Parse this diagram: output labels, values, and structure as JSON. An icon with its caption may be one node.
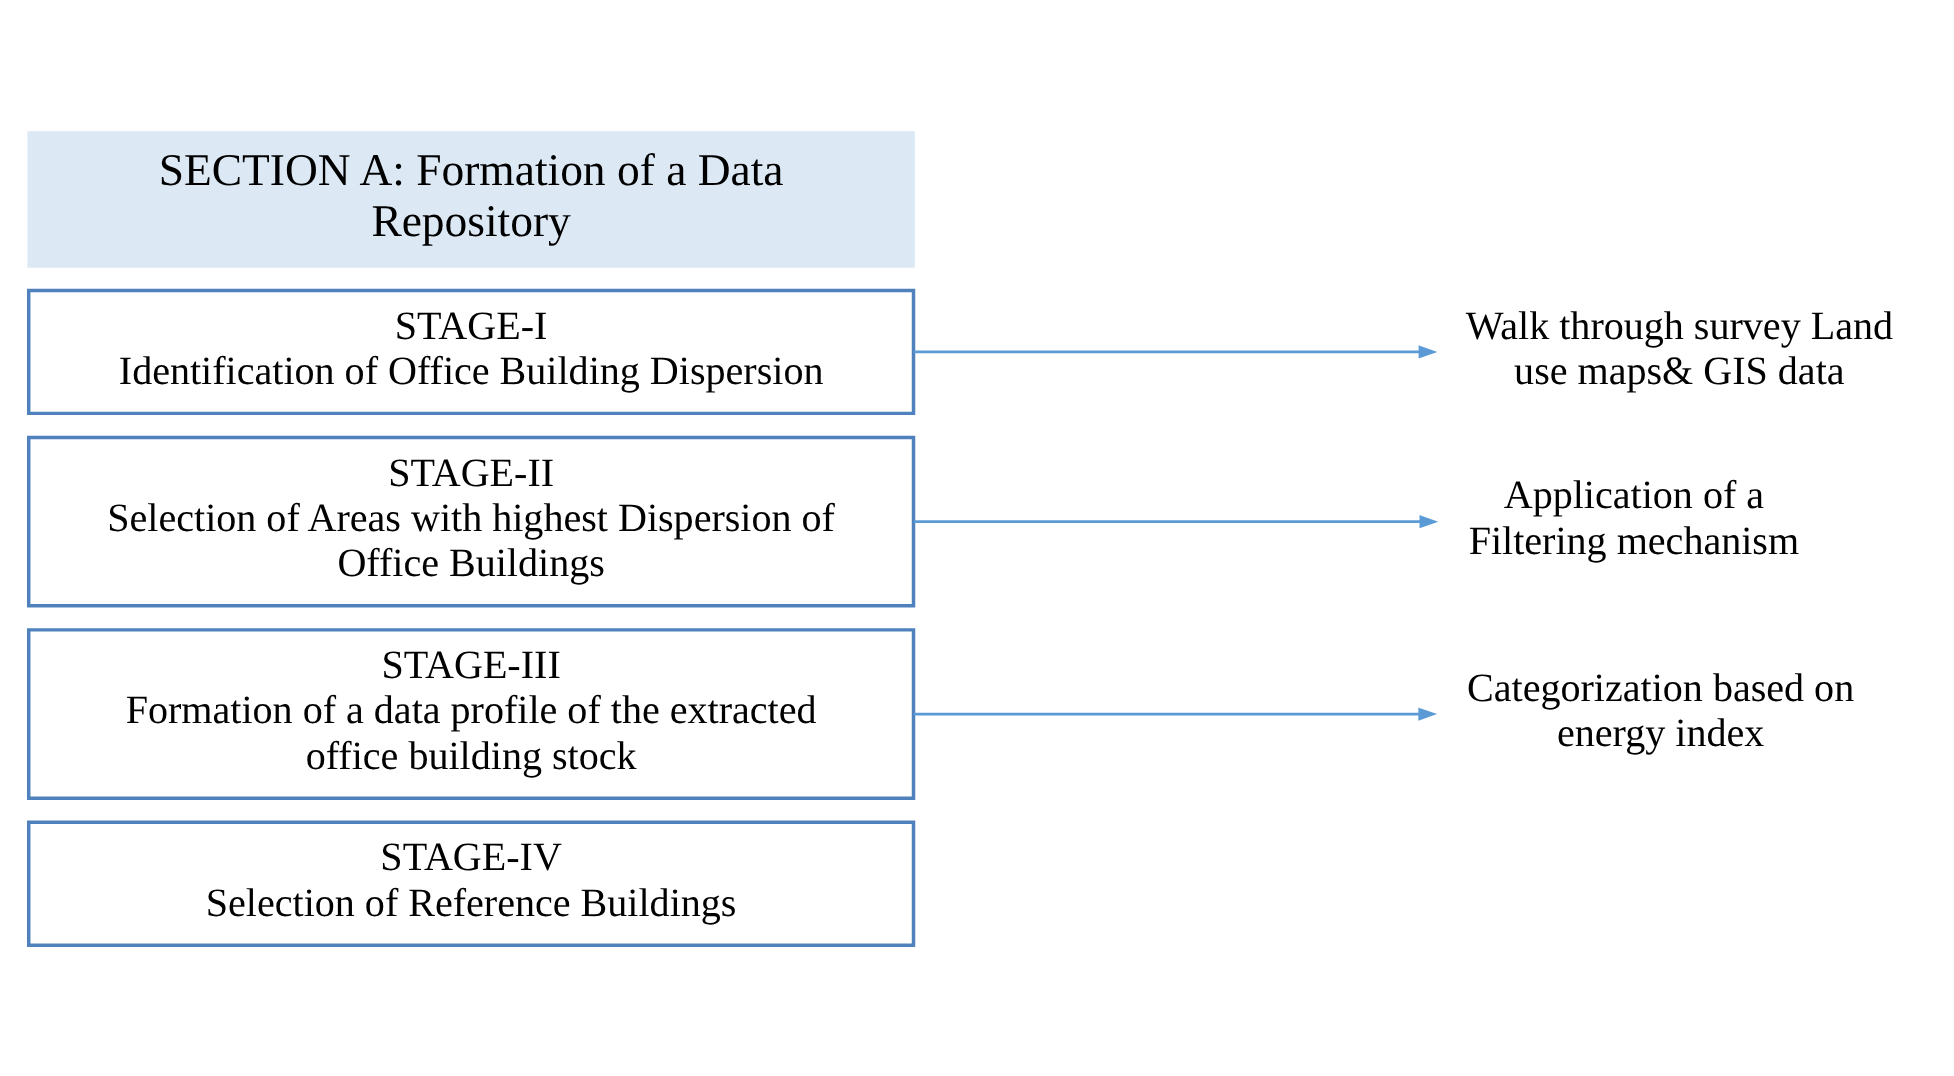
{
  "diagram": {
    "nodes": [
      {
        "text": [
          "SECTION A: Formation of a Data Repository"
        ]
      },
      {
        "text": [
          "STAGE-I",
          "Identification of Office Building Dispersion"
        ]
      },
      {
        "text": [
          "STAGE-II",
          "Selection of Areas with highest Dispersion of Office Buildings"
        ]
      },
      {
        "text": [
          "STAGE-III",
          "Formation of a data profile of the extracted office building stock"
        ]
      },
      {
        "text": [
          "STAGE-IV",
          "Selection of Reference Buildings"
        ]
      },
      {
        "text": [
          "Walk through survey Land use maps& GIS data"
        ]
      },
      {
        "text": [
          "Application of a Filtering mechanism"
        ]
      },
      {
        "text": [
          "Categorization based on energy index"
        ]
      }
    ],
    "edges": [
      {
        "from": 1,
        "to": 5,
        "arrow": "to"
      },
      {
        "from": 2,
        "to": 6,
        "arrow": "to"
      },
      {
        "from": 3,
        "to": 7,
        "arrow": "to"
      }
    ]
  }
}
